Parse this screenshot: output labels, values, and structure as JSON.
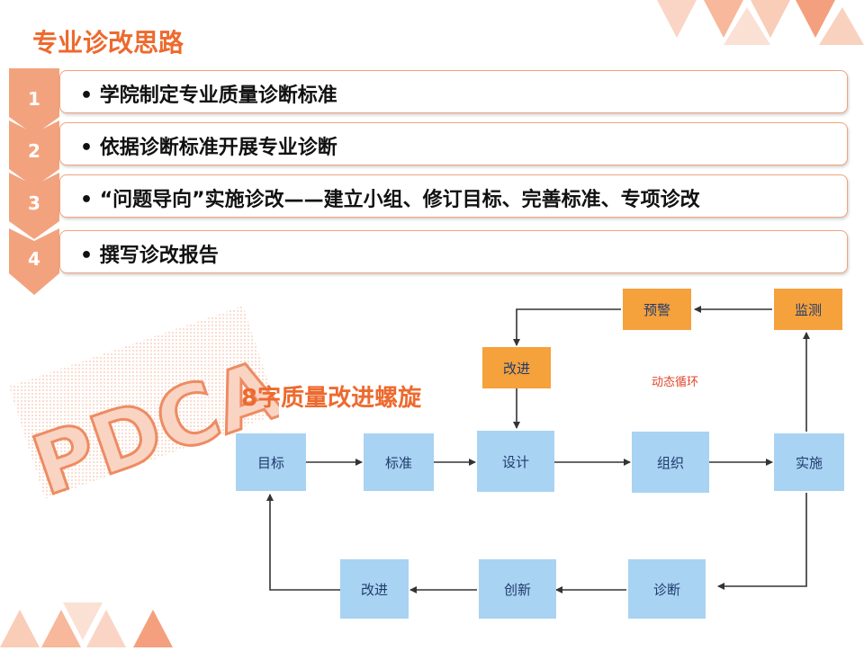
{
  "title": "专业诊改思路",
  "steps": [
    {
      "num": "1",
      "text": "• 学院制定专业质量诊断标准"
    },
    {
      "num": "2",
      "text": "• 依据诊断标准开展专业诊断"
    },
    {
      "num": "3",
      "text": "• “问题导向”实施诊改——建立小组、修订目标、完善标准、专项诊改"
    },
    {
      "num": "4",
      "text": "• 撰写诊改报告"
    }
  ],
  "pdca_label": "PDCA",
  "spiral_title": "8字质量改进螺旋",
  "dynamic_cycle_label": "动态循环",
  "nodes": {
    "target": "目标",
    "standard": "标准",
    "design": "设计",
    "organize": "组织",
    "implement": "实施",
    "diagnose": "诊断",
    "innovate": "创新",
    "improve_bottom": "改进",
    "improve_top": "改进",
    "warning": "预警",
    "monitor": "监测"
  },
  "colors": {
    "accent": "#ED6A2E",
    "chevron": "#F2A37E",
    "node_blue": "#A9D3F2",
    "node_orange": "#F5A13C"
  }
}
